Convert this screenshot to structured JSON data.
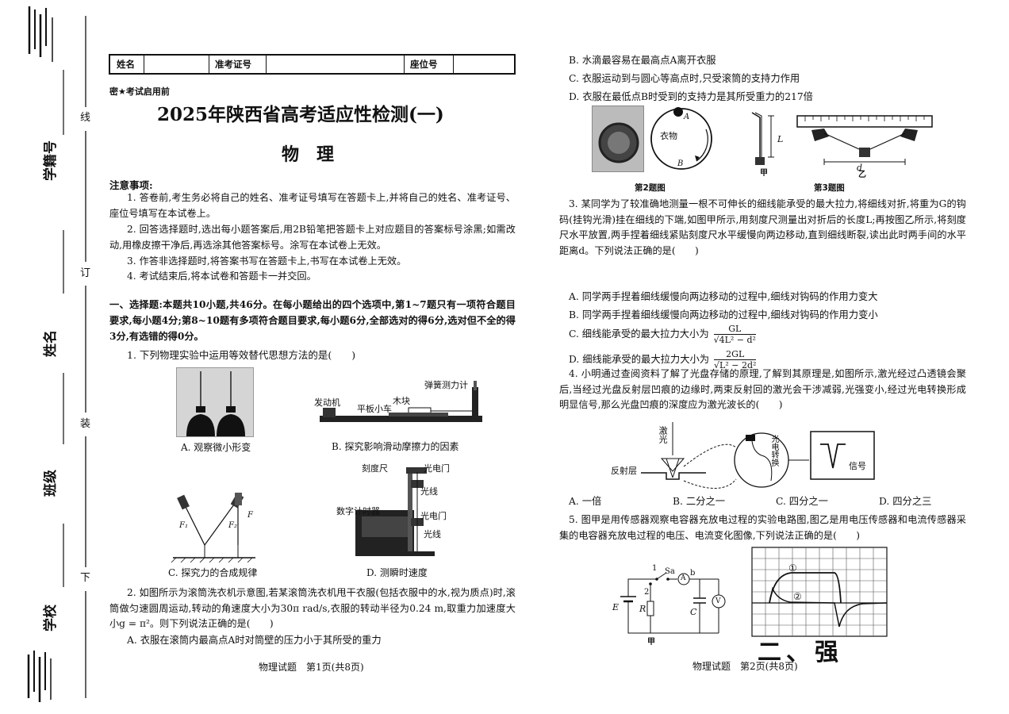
{
  "binding": {
    "fields": [
      "学籍号",
      "姓名",
      "班级",
      "学校"
    ],
    "marks": [
      "线",
      "订",
      "装",
      "下"
    ]
  },
  "header": {
    "name_label": "姓名",
    "exam_id_label": "准考证号",
    "seat_label": "座位号",
    "secret": "密★考试启用前",
    "title": "2025年陕西省高考适应性检测(一)",
    "subject": "物　理"
  },
  "notes": {
    "heading": "注意事项:",
    "items": [
      "1. 答卷前,考生务必将自己的姓名、准考证号填写在答题卡上,并将自己的姓名、准考证号、座位号填写在本试卷上。",
      "2. 回答选择题时,选出每小题答案后,用2B铅笔把答题卡上对应题目的答案标号涂黑;如需改动,用橡皮擦干净后,再选涂其他答案标号。涂写在本试卷上无效。",
      "3. 作答非选择题时,将答案书写在答题卡上,书写在本试卷上无效。",
      "4. 考试结束后,将本试卷和答题卡一并交回。"
    ]
  },
  "section1": "一、选择题:本题共10小题,共46分。在每小题给出的四个选项中,第1~7题只有一项符合题目要求,每小题4分;第8~10题有多项符合题目要求,每小题6分,全部选对的得6分,选对但不全的得3分,有选错的得0分。",
  "q1": {
    "stem": "1. 下列物理实验中运用等效替代思想方法的是(　　)",
    "options": {
      "A": "A. 观察微小形变",
      "B": "B. 探究影响滑动摩擦力的因素",
      "C": "C. 探究力的合成规律",
      "D": "D. 测瞬时速度"
    },
    "figB": {
      "spring_scale": "弹簧测力计",
      "motor": "发动机",
      "block": "木块",
      "cart": "平板小车"
    },
    "figC": {
      "f1": "F₁",
      "f2": "F₂",
      "f": "F"
    },
    "figD": {
      "ruler": "刻度尺",
      "gate1": "光电门",
      "timer": "数字计时器",
      "line1": "光线",
      "gate2": "光电门",
      "line2": "光线"
    }
  },
  "q2": {
    "stem": "2. 如图所示为滚筒洗衣机示意图,若某滚筒洗衣机甩干衣服(包括衣服中的水,视为质点)时,滚筒做匀速圆周运动,转动的角速度大小为30π rad/s,衣服的转动半径为0.24 m,取重力加速度大小g = π²。则下列说法正确的是(　　)",
    "options": {
      "A": "A. 衣服在滚筒内最高点A时对筒壁的压力小于其所受的重力",
      "B": "B. 水滴最容易在最高点A离开衣服",
      "C": "C. 衣服运动到与圆心等高点时,只受滚筒的支持力作用",
      "D": "D. 衣服在最低点B时受到的支持力是其所受重力的217倍"
    },
    "fig": {
      "label_a": "A",
      "label_b": "B",
      "clothes": "衣物",
      "caption": "第2题图"
    }
  },
  "q3": {
    "stem": "3. 某同学为了较准确地测量一根不可伸长的细线能承受的最大拉力,将细线对折,将重为G的钩码(挂钩光滑)挂在细线的下端,如图甲所示,用刻度尺测量出对折后的长度L;再按图乙所示,将刻度尺水平放置,两手捏着细线紧贴刻度尺水平缓慢向两边移动,直到细线断裂,读出此时两手间的水平距离d。下列说法正确的是(　　)",
    "options": {
      "A": "A. 同学两手捏着细线缓慢向两边移动的过程中,细线对钩码的作用力变大",
      "B": "B. 同学两手捏着细线缓慢向两边移动的过程中,细线对钩码的作用力变小",
      "C": "C. 细线能承受的最大拉力大小为",
      "D": "D. 细线能承受的最大拉力大小为"
    },
    "fracC": {
      "num": "GL",
      "den": "√4L² − d²"
    },
    "fracD": {
      "num": "2GL",
      "den": "√L² − 2d²"
    },
    "fig": {
      "jia": "甲",
      "yi": "乙",
      "L": "L",
      "d": "d",
      "caption": "第3题图"
    }
  },
  "q4": {
    "stem": "4. 小明通过查阅资料了解了光盘存储的原理,了解到其原理是,如图所示,激光经过凸透镜会聚后,当经过光盘反射层凹痕的边缘时,两束反射回的激光会干涉减弱,光强变小,经过光电转换形成明显信号,那么光盘凹痕的深度应为激光波长的(　　)",
    "fig": {
      "laser": "激光",
      "reflect": "反射层",
      "conv": "光电转换",
      "signal": "信号"
    },
    "options": [
      "A. 一倍",
      "B. 二分之一",
      "C. 四分之一",
      "D. 四分之三"
    ]
  },
  "q5": {
    "stem": "5. 图甲是用传感器观察电容器充放电过程的实验电路图,图乙是用电压传感器和电流传感器采集的电容器充放电过程的电压、电流变化图像,下列说法正确的是(　　)",
    "fig": {
      "s1": "1",
      "s2": "2",
      "sa": "Sa",
      "b": "b",
      "E": "E",
      "R": "R",
      "C": "C",
      "A": "A",
      "V": "V",
      "jia": "甲",
      "c1": "①",
      "c2": "②"
    }
  },
  "footer": {
    "left": "物理试题　第1页(共8页)",
    "right": "物理试题　第2页(共8页)",
    "watermark": "二、强"
  }
}
